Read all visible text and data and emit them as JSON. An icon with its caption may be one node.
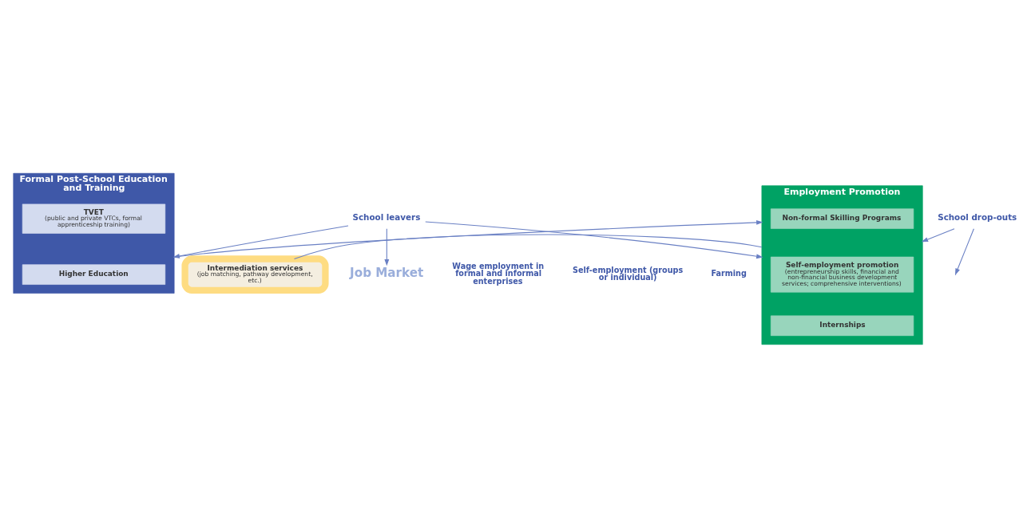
{
  "diagram": {
    "nodes": [
      {
        "text": [
          "School leavers"
        ]
      },
      {
        "text": [
          "School drop-outs"
        ]
      },
      {
        "text": [
          "Formal Post-School Education and Training"
        ]
      },
      {
        "text": [
          "TVET",
          "(public and private VTCs, formal apprenticeship training)"
        ],
        "in": 2
      },
      {
        "text": [
          "Higher Education"
        ],
        "in": 2
      },
      {
        "text": [
          "Employment Promotion"
        ]
      },
      {
        "text": [
          "Non-formal Skilling Programs"
        ],
        "in": 5
      },
      {
        "text": [
          "Self-employment promotion",
          "(entrepreneurship skills, financial and non-financial business development services; comprehensive interventions)"
        ],
        "in": 5
      },
      {
        "text": [
          "Internships"
        ],
        "in": 5
      },
      {
        "text": [
          "Intermediation services",
          "(job matching, pathway development, etc.)"
        ]
      },
      {
        "text": [
          "Job Market"
        ]
      }
    ],
    "edges": [
      {
        "from": 0,
        "to": 2,
        "arrow": "to"
      },
      {
        "from": 0,
        "to": 5,
        "arrow": "to"
      },
      {
        "from": 1,
        "to": 5,
        "arrow": "to"
      },
      {
        "from": 0,
        "to": 10,
        "arrow": "to"
      },
      {
        "from": 1,
        "to": null,
        "arrow": "to"
      },
      {
        "from": 2,
        "to": 5,
        "arrow": "to"
      },
      {
        "from": 5,
        "to": 9,
        "arrow": "none"
      }
    ],
    "labels": [
      "Wage employment in formal and informal enterprises",
      "Self-employment (groups or individual)",
      "Farming"
    ]
  }
}
